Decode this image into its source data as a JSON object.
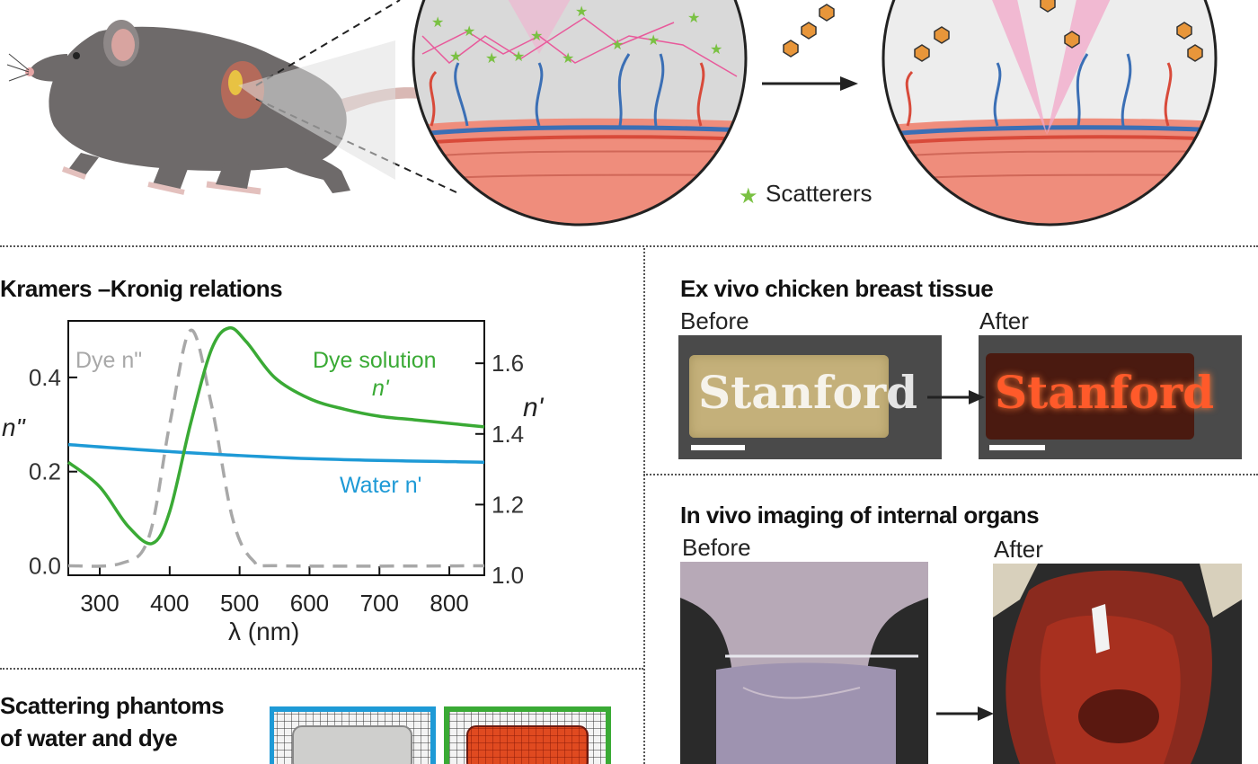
{
  "top": {
    "legend_label": "Scatterers"
  },
  "panels": {
    "kk_title": "Kramers –Kronig relations",
    "chicken_title": "Ex vivo chicken breast tissue",
    "chicken_before": "Before",
    "chicken_after": "After",
    "stanford_word_before": "Stanford",
    "stanford_word_after": "Stanford",
    "invivo_title": "In vivo imaging of internal organs",
    "invivo_before": "Before",
    "invivo_after": "After",
    "phantom_title_line1": "Scattering phantoms",
    "phantom_title_line2": "of water and dye"
  },
  "colors": {
    "dye_solution": "#3aaa35",
    "water": "#1e9ad6",
    "dye_absorption": "#a8a8a8",
    "star": "#7ac143",
    "beam": "#e85a9b",
    "tissue": "#f08070",
    "vessel_blue": "#3b6fb5",
    "vessel_red": "#d84a3a"
  },
  "chart_data": {
    "type": "line",
    "xlabel": "λ (nm)",
    "ylabel_left": "n\"",
    "ylabel_right": "n'",
    "xlim": [
      255,
      850
    ],
    "ylim_left": [
      -0.02,
      0.52
    ],
    "ylim_right": [
      1.0,
      1.72
    ],
    "x_ticks": [
      300,
      400,
      500,
      600,
      700,
      800
    ],
    "y_ticks_left": [
      "0.0",
      "0.2",
      "0.4"
    ],
    "y_ticks_right": [
      "1.0",
      "1.2",
      "1.4",
      "1.6"
    ],
    "series": [
      {
        "name": "Dye solution n'",
        "label_line1": "Dye solution",
        "label_line2": "n'",
        "axis": "right",
        "x": [
          255,
          300,
          340,
          375,
          400,
          430,
          460,
          485,
          510,
          550,
          600,
          650,
          700,
          750,
          800,
          850
        ],
        "y": [
          1.32,
          1.25,
          1.14,
          1.09,
          1.18,
          1.43,
          1.64,
          1.7,
          1.66,
          1.56,
          1.5,
          1.47,
          1.45,
          1.44,
          1.43,
          1.42
        ]
      },
      {
        "name": "Water n'",
        "label": "Water n'",
        "axis": "right",
        "x": [
          255,
          400,
          600,
          850
        ],
        "y": [
          1.37,
          1.35,
          1.33,
          1.32
        ]
      },
      {
        "name": "Dye n\"",
        "label": "Dye n\"",
        "axis": "left",
        "x": [
          255,
          330,
          370,
          400,
          430,
          460,
          490,
          520,
          560,
          850
        ],
        "y": [
          0.0,
          0.005,
          0.06,
          0.3,
          0.5,
          0.34,
          0.1,
          0.01,
          0.0,
          0.0
        ]
      }
    ]
  }
}
